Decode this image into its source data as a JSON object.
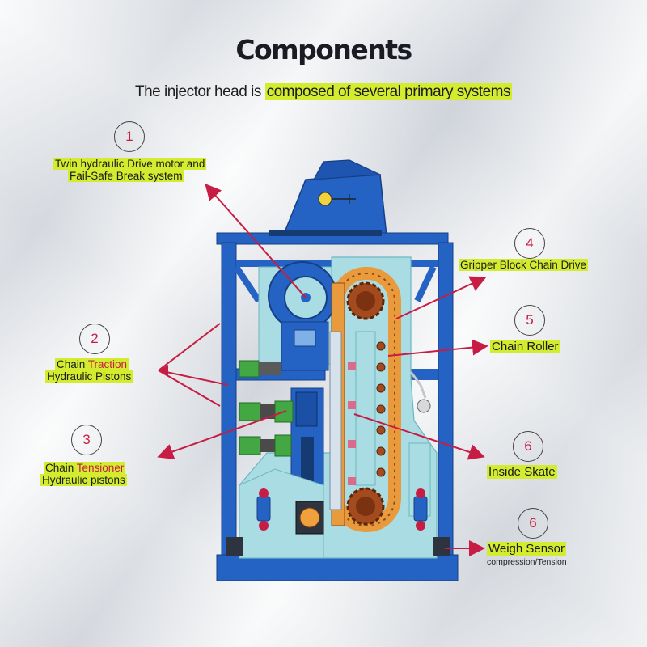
{
  "header": {
    "title": "Components",
    "subtitle_plain": "The injector head is ",
    "subtitle_highlight": "composed of several primary systems"
  },
  "callouts": [
    {
      "number": "1",
      "line1": "Twin hydraulic Drive motor and",
      "line2": "Fail-Safe Break system"
    },
    {
      "number": "2",
      "line1_a": "Chain ",
      "line1_b": "Traction",
      "line2": "Hydraulic Pistons"
    },
    {
      "number": "3",
      "line1_a": "Chain ",
      "line1_b": "Tensioner",
      "line2": "Hydraulic pistons"
    },
    {
      "number": "4",
      "line1": "Gripper Block Chain Drive"
    },
    {
      "number": "5",
      "line1": "Chain Roller"
    },
    {
      "number": "6",
      "line1": "Inside Skate"
    },
    {
      "number": "6",
      "line1": "Weigh Sensor",
      "line2": "compression/Tension"
    }
  ],
  "colors": {
    "frame_blue": "#2463c3",
    "plate_cyan": "#a9dde3",
    "chain_orange": "#e99a3c",
    "sprocket_brown": "#a34a1f",
    "green_piston": "#43a843",
    "arrow_red": "#c71d44",
    "highlight_yellow": "#d3ec2f",
    "title_bar": "#5867c9"
  }
}
